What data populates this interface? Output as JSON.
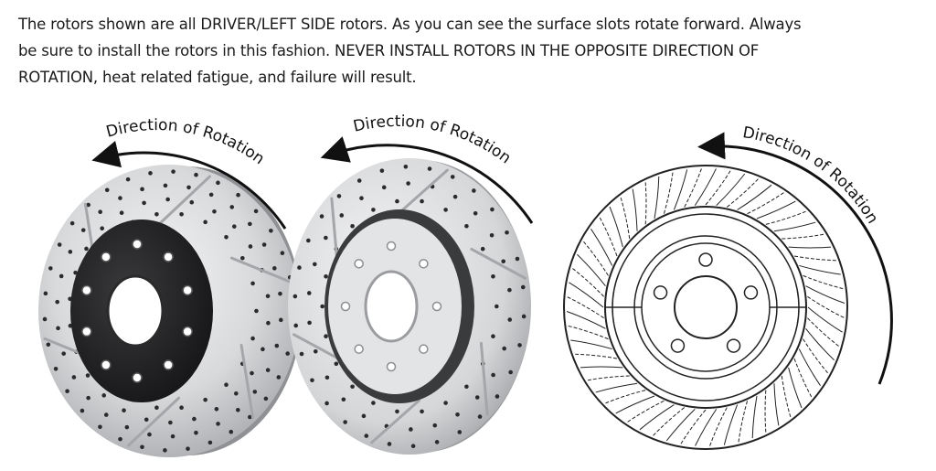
{
  "intro": {
    "line1": "The rotors shown are all DRIVER/LEFT SIDE rotors. As you can see the surface slots rotate forward. Always",
    "line2": "be sure to install the rotors in this fashion. NEVER INSTALL ROTORS IN THE OPPOSITE DIRECTION OF",
    "line3": "ROTATION, heat related fatigue, and failure will result."
  },
  "labels": {
    "rotor1": "Direction of Rotation",
    "rotor2": "Direction of Rotation",
    "rotor3": "Direction of Rotation"
  },
  "colors": {
    "hat_black": "#1d1d1f",
    "disc_silver": "#d9dadc",
    "drawing_line": "#222222"
  }
}
